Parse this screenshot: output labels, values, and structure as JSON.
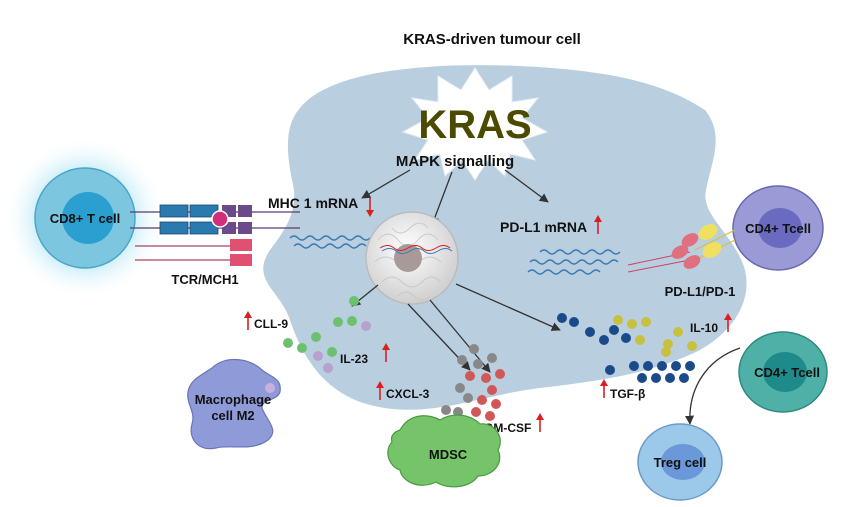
{
  "title": "KRAS-driven tumour cell",
  "kras": "KRAS",
  "mapk": "MAPK signalling",
  "mhc_mrna": "MHC 1 mRNA",
  "pdl1_mrna": "PD-L1 mRNA",
  "cd8": "CD8+ T cell",
  "tcr": "TCR/MCH1",
  "cd4_top": "CD4+ Tcell",
  "pdl1_pd1": "PD-L1/PD-1",
  "cd4_bottom": "CD4+ Tcell",
  "treg": "Treg cell",
  "macrophage_line1": "Macrophage",
  "macrophage_line2": "cell  M2",
  "mdsc": "MDSC",
  "cll9": "CLL-9",
  "il23": "IL-23",
  "cxcl3": "CXCL-3",
  "gmcsf": "GM-CSF",
  "tgfb": "TGF-β",
  "il10": "IL-10",
  "colors": {
    "tumour_cell": "#b9cfe0",
    "kras_text": "#4a4a00",
    "burst": "#ffffff",
    "cd8_cell": "#7cc6e0",
    "cd4_cell": "#9a9ad6",
    "cd4_cell2": "#4fb0a7",
    "treg_cell": "#9cc8ea",
    "macrophage": "#8f9bd8",
    "mdsc": "#76c46a",
    "up_arrow": "#d92020",
    "mrna": "#3a7ab8",
    "nucleus": "#ececec"
  }
}
